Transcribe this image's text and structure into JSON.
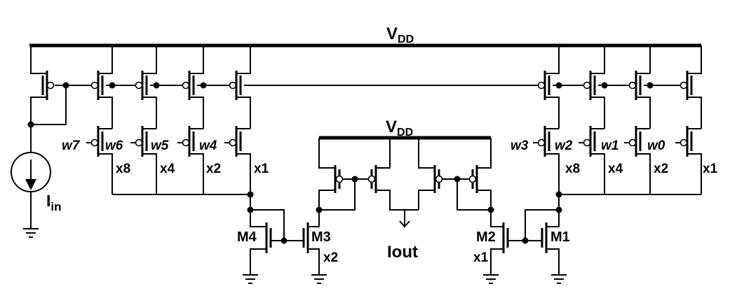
{
  "supply": {
    "main_label": "V",
    "main_sub": "DD",
    "inner_label": "V",
    "inner_sub": "DD"
  },
  "source": {
    "label": "I",
    "sub": "in"
  },
  "left_bank": {
    "inputs": [
      "w7",
      "w6",
      "w5",
      "w4"
    ],
    "sizes": [
      "x8",
      "x4",
      "x2",
      "x1"
    ]
  },
  "right_bank": {
    "inputs": [
      "w3",
      "w2",
      "w1",
      "w0"
    ],
    "sizes": [
      "x8",
      "x4",
      "x2",
      "x1"
    ]
  },
  "transistors": {
    "m4": "M4",
    "m3": "M3",
    "m3_size": "x2",
    "m2": "M2",
    "m2_size": "x1",
    "m1": "M1"
  },
  "output": {
    "label": "Iout"
  }
}
